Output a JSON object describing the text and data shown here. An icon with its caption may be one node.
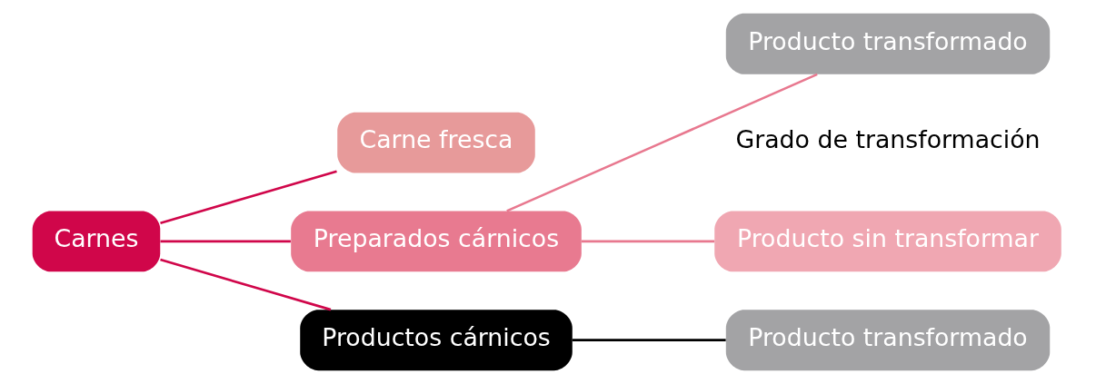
{
  "diagram": {
    "nodes": [
      {
        "text": [
          "Carnes"
        ]
      },
      {
        "text": [
          "Carne fresca"
        ]
      },
      {
        "text": [
          "Preparados cárnicos"
        ]
      },
      {
        "text": [
          "Productos cárnicos"
        ]
      },
      {
        "text": [
          "Producto sin transformar"
        ]
      },
      {
        "text": [
          "Producto transformado"
        ]
      },
      {
        "text": [
          "Producto transformado"
        ]
      }
    ],
    "edges": [
      {
        "from": 0,
        "to": 1,
        "arrow": "none",
        "color": "#d0064a"
      },
      {
        "from": 0,
        "to": 2,
        "arrow": "none",
        "color": "#d0064a"
      },
      {
        "from": 0,
        "to": 3,
        "arrow": "none",
        "color": "#d0064a"
      },
      {
        "from": 2,
        "to": 4,
        "arrow": "none",
        "color": "#e8788f"
      },
      {
        "from": 2,
        "to": 5,
        "arrow": "none",
        "color": "#e8788f"
      },
      {
        "from": 3,
        "to": 6,
        "arrow": "none",
        "color": "#000000"
      }
    ],
    "labels": [
      "Grado de transformación"
    ]
  }
}
